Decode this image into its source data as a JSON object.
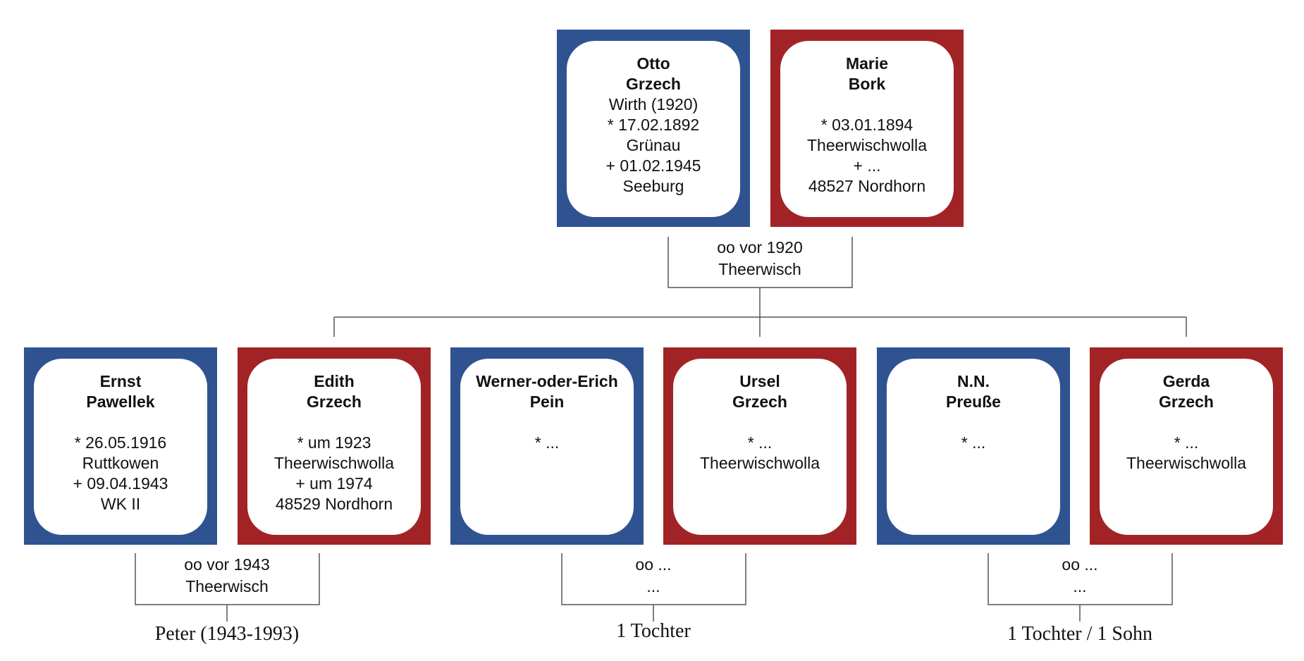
{
  "colors": {
    "male": "#2f5391",
    "female": "#a22326",
    "line": "#555555"
  },
  "parents": {
    "husband": {
      "first": "Otto",
      "last": "Grzech",
      "lines": [
        "Wirth (1920)",
        "* 17.02.1892",
        "Grünau",
        "+ 01.02.1945",
        "Seeburg"
      ]
    },
    "wife": {
      "first": "Marie",
      "last": "Bork",
      "lines": [
        "",
        "* 03.01.1894",
        "Theerwischwolla",
        "+ ...",
        "48527 Nordhorn"
      ]
    },
    "marriage": [
      "oo vor 1920",
      "Theerwisch"
    ]
  },
  "couples": [
    {
      "husband": {
        "first": "Ernst",
        "last": "Pawellek",
        "lines": [
          "",
          "* 26.05.1916",
          "Ruttkowen",
          "+ 09.04.1943",
          "WK II"
        ]
      },
      "wife": {
        "first": "Edith",
        "last": "Grzech",
        "lines": [
          "",
          "* um 1923",
          "Theerwischwolla",
          "+ um 1974",
          "48529 Nordhorn"
        ]
      },
      "marriage": [
        "oo vor 1943",
        "Theerwisch"
      ],
      "children": "Peter (1943-1993)"
    },
    {
      "husband": {
        "first": "Werner-oder-Erich",
        "last": "Pein",
        "lines": [
          "",
          "* ..."
        ]
      },
      "wife": {
        "first": "Ursel",
        "last": "Grzech",
        "lines": [
          "",
          "* ...",
          "Theerwischwolla"
        ]
      },
      "marriage": [
        "oo ...",
        "..."
      ],
      "children": "1 Tochter"
    },
    {
      "husband": {
        "first": "N.N.",
        "last": "Preuße",
        "lines": [
          "",
          "* ..."
        ]
      },
      "wife": {
        "first": "Gerda",
        "last": "Grzech",
        "lines": [
          "",
          "* ...",
          "Theerwischwolla"
        ]
      },
      "marriage": [
        "oo ...",
        "..."
      ],
      "children": "1 Tochter / 1 Sohn"
    }
  ]
}
